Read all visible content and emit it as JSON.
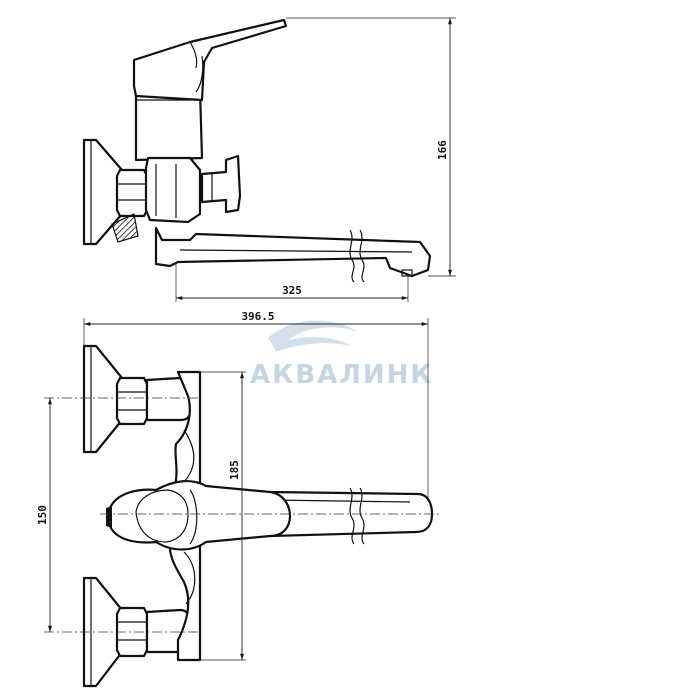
{
  "dimensions": {
    "height": "166",
    "spout_reach": "325",
    "overall_width": "396.5",
    "body_height": "185",
    "inlet_spacing": "150"
  },
  "watermark": {
    "brand": "АКВАЛИНК"
  },
  "colors": {
    "line": "#111111",
    "watermark": "#c5d5e3"
  }
}
